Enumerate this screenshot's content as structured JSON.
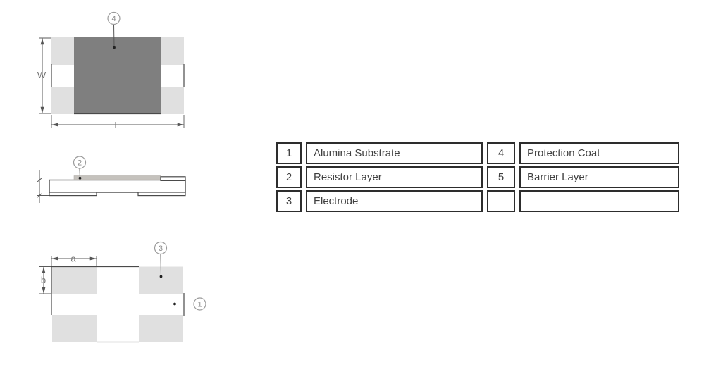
{
  "colors": {
    "protection_coat": "#7f7f7f",
    "terminal_pad": "#e0e0e0",
    "resistor_strip": "#c5c2bd"
  },
  "top_view": {
    "callout_protection_coat": "4",
    "dim_width": "W",
    "dim_length": "L"
  },
  "side_view": {
    "callout_resistor_layer": "2"
  },
  "bottom_view": {
    "callout_electrode": "3",
    "callout_substrate": "1",
    "dim_a": "a",
    "dim_b": "b"
  },
  "legend": {
    "rows": [
      {
        "no_left": "1",
        "name_left": "Alumina Substrate",
        "no_right": "4",
        "name_right": "Protection Coat"
      },
      {
        "no_left": "2",
        "name_left": "Resistor Layer",
        "no_right": "5",
        "name_right": "Barrier Layer"
      },
      {
        "no_left": "3",
        "name_left": "Electrode",
        "no_right": "",
        "name_right": ""
      }
    ]
  }
}
